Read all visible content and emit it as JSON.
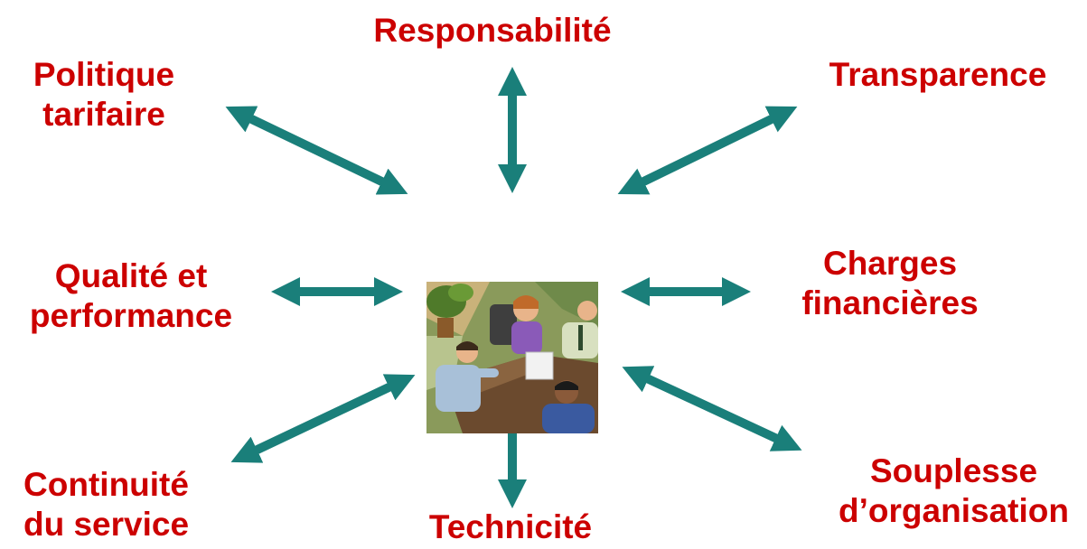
{
  "diagram": {
    "center_image": "meeting-clipart",
    "arrow_color": "#1a7f7a",
    "label_color": "#cc0000",
    "nodes": {
      "responsabilite": {
        "lines": [
          "Responsabilité"
        ]
      },
      "politique": {
        "lines": [
          "Politique",
          "tarifaire"
        ]
      },
      "transparence": {
        "lines": [
          "Transparence"
        ]
      },
      "qualite": {
        "lines": [
          "Qualité et",
          "performance"
        ]
      },
      "charges": {
        "lines": [
          "Charges",
          "financières"
        ]
      },
      "continuite": {
        "lines": [
          "Continuité",
          "du service"
        ]
      },
      "technicite": {
        "lines": [
          "Technicité"
        ]
      },
      "souplesse": {
        "lines": [
          "Souplesse",
          "d’organisation"
        ]
      }
    }
  }
}
